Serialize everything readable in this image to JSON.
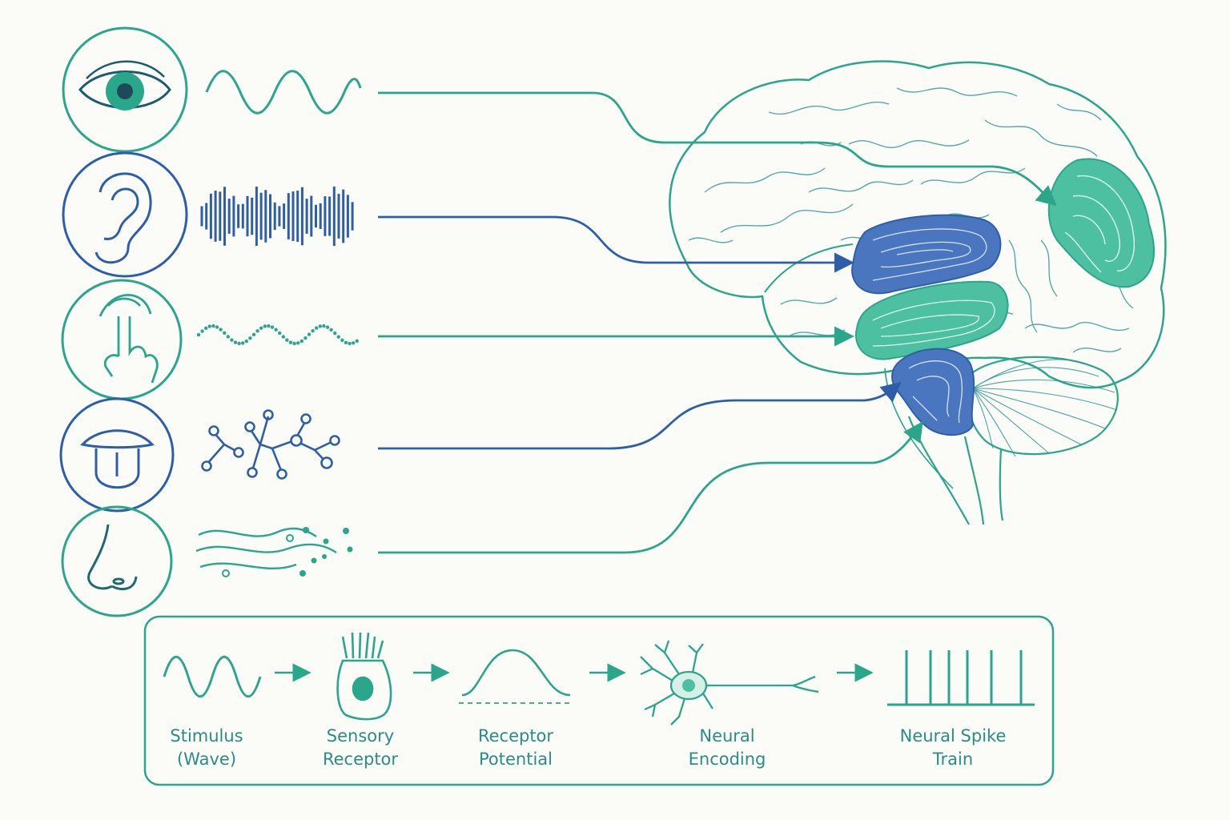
{
  "colors": {
    "teal": "#2aa68a",
    "blue": "#2f5ea8",
    "background": "#fbfbf8",
    "region_green": "#4cc0a0",
    "region_blue": "#4a76c0",
    "label": "#2a8c86"
  },
  "senses": [
    {
      "icon": "eye-icon",
      "signal": "sine-wave-icon",
      "color": "teal"
    },
    {
      "icon": "ear-icon",
      "signal": "sound-wave-icon",
      "color": "blue"
    },
    {
      "icon": "touch-finger-icon",
      "signal": "dotted-vibration-icon",
      "color": "teal"
    },
    {
      "icon": "tongue-icon",
      "signal": "molecule-icon",
      "color": "blue"
    },
    {
      "icon": "nose-icon",
      "signal": "odor-wisps-icon",
      "color": "teal"
    }
  ],
  "pipeline": {
    "steps": [
      {
        "icon": "stimulus-wave-icon",
        "line1": "Stimulus",
        "line2": "(Wave)"
      },
      {
        "icon": "sensory-receptor-cell-icon",
        "line1": "Sensory",
        "line2": "Receptor"
      },
      {
        "icon": "receptor-potential-curve-icon",
        "line1": "Receptor",
        "line2": "Potential"
      },
      {
        "icon": "neuron-icon",
        "line1": "Neural",
        "line2": "Encoding"
      },
      {
        "icon": "spike-train-icon",
        "line1": "Neural Spike",
        "line2": "Train"
      }
    ]
  }
}
